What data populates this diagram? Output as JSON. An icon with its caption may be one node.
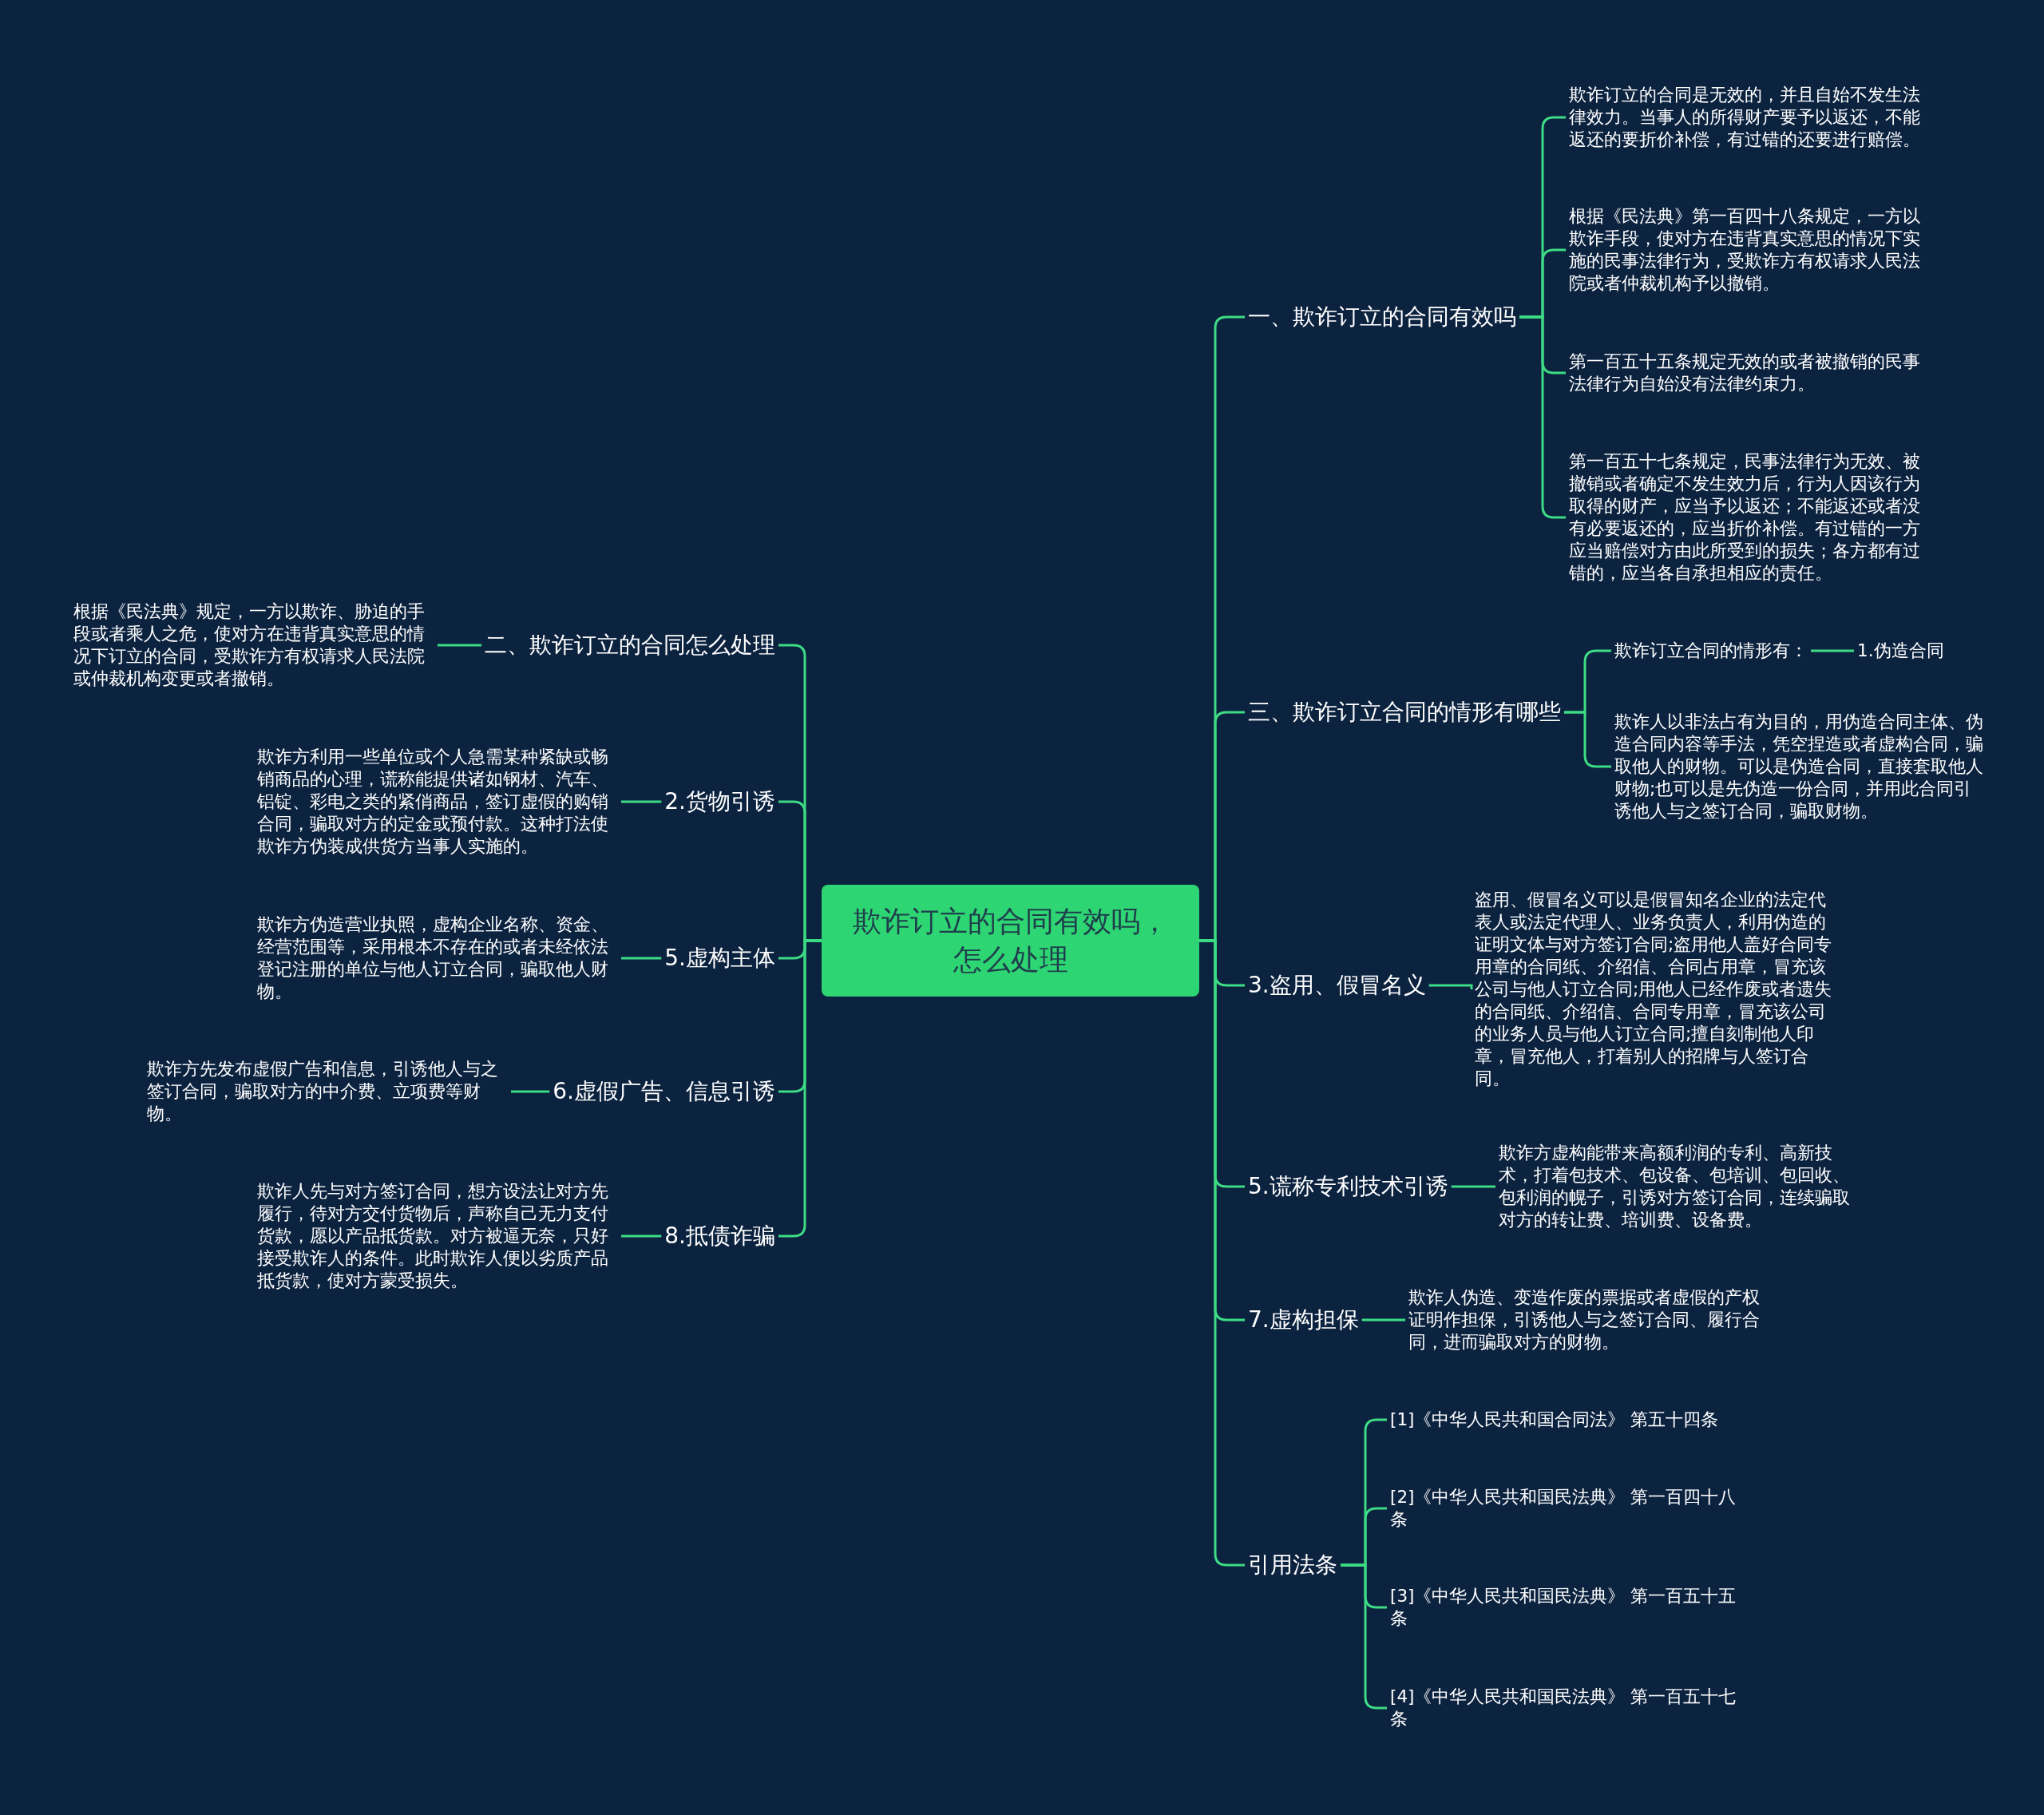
{
  "diagram": {
    "nodes": [
      {
        "text": [
          "欺诈订立的合同有效吗，怎么处理"
        ]
      },
      {
        "text": [
          "一、欺诈订立的合同有效吗"
        ]
      },
      {
        "text": [
          "欺诈订立的合同是无效的，并且自始不发生法律效力。当事人的所得财产要予以返还，不能返还的要折价补偿，有过错的还要进行赔偿。"
        ]
      },
      {
        "text": [
          "根据《民法典》第一百四十八条规定，一方以欺诈手段，使对方在违背真实意思的情况下实施的民事法律行为，受欺诈方有权请求人民法院或者仲裁机构予以撤销。"
        ]
      },
      {
        "text": [
          "第一百五十五条规定无效的或者被撤销的民事法律行为自始没有法律约束力。"
        ]
      },
      {
        "text": [
          "第一百五十七条规定，民事法律行为无效、被撤销或者确定不发生效力后，行为人因该行为取得的财产，应当予以返还；不能返还或者没有必要返还的，应当折价补偿。有过错的一方应当赔偿对方由此所受到的损失；各方都有过错的，应当各自承担相应的责任。"
        ]
      },
      {
        "text": [
          "三、欺诈订立合同的情形有哪些"
        ]
      },
      {
        "text": [
          "欺诈订立合同的情形有："
        ]
      },
      {
        "text": [
          "1.伪造合同"
        ]
      },
      {
        "text": [
          "欺诈人以非法占有为目的，用伪造合同主体、伪造合同内容等手法，凭空捏造或者虚构合同，骗取他人的财物。可以是伪造合同，直接套取他人财物;也可以是先伪造一份合同，并用此合同引诱他人与之签订合同，骗取财物。"
        ]
      },
      {
        "text": [
          "3.盗用、假冒名义"
        ]
      },
      {
        "text": [
          "盗用、假冒名义可以是假冒知名企业的法定代表人或法定代理人、业务负责人，利用伪造的证明文体与对方签订合同;盗用他人盖好合同专用章的合同纸、介绍信、合同占用章，冒充该公司与他人订立合同;用他人已经作废或者遗失的合同纸、介绍信、合同专用章，冒充该公司的业务人员与他人订立合同;擅自刻制他人印章，冒充他人，打着别人的招牌与人签订合同。"
        ]
      },
      {
        "text": [
          "5.谎称专利技术引诱"
        ]
      },
      {
        "text": [
          "欺诈方虚构能带来高额利润的专利、高新技术，打着包技术、包设备、包培训、包回收、包利润的幌子，引诱对方签订合同，连续骗取对方的转让费、培训费、设备费。"
        ]
      },
      {
        "text": [
          "7.虚构担保"
        ]
      },
      {
        "text": [
          "欺诈人伪造、变造作废的票据或者虚假的产权证明作担保，引诱他人与之签订合同、履行合同，进而骗取对方的财物。"
        ]
      },
      {
        "text": [
          "引用法条"
        ]
      },
      {
        "text": [
          "[1]《中华人民共和国合同法》 第五十四条"
        ]
      },
      {
        "text": [
          "[2]《中华人民共和国民法典》 第一百四十八条"
        ]
      },
      {
        "text": [
          "[3]《中华人民共和国民法典》 第一百五十五条"
        ]
      },
      {
        "text": [
          "[4]《中华人民共和国民法典》 第一百五十七条"
        ]
      },
      {
        "text": [
          "二、欺诈订立的合同怎么处理"
        ]
      },
      {
        "text": [
          "根据《民法典》规定，一方以欺诈、胁迫的手段或者乘人之危，使对方在违背真实意思的情况下订立的合同，受欺诈方有权请求人民法院或仲裁机构变更或者撤销。"
        ]
      },
      {
        "text": [
          "2.货物引诱"
        ]
      },
      {
        "text": [
          "欺诈方利用一些单位或个人急需某种紧缺或畅销商品的心理，谎称能提供诸如钢材、汽车、铝锭、彩电之类的紧俏商品，签订虚假的购销合同，骗取对方的定金或预付款。这种打法使欺诈方伪装成供货方当事人实施的。"
        ]
      },
      {
        "text": [
          "5.虚构主体"
        ]
      },
      {
        "text": [
          "欺诈方伪造营业执照，虚构企业名称、资金、经营范围等，采用根本不存在的或者未经依法登记注册的单位与他人订立合同，骗取他人财物。"
        ]
      },
      {
        "text": [
          "6.虚假广告、信息引诱"
        ]
      },
      {
        "text": [
          "欺诈方先发布虚假广告和信息，引诱他人与之签订合同，骗取对方的中介费、立项费等财物。"
        ]
      },
      {
        "text": [
          "8.抵债诈骗"
        ]
      },
      {
        "text": [
          "欺诈人先与对方签订合同，想方设法让对方先履行，待对方交付货物后，声称自己无力支付货款，愿以产品抵货款。对方被逼无奈，只好接受欺诈人的条件。此时欺诈人便以劣质产品抵货款，使对方蒙受损失。"
        ]
      }
    ],
    "edges": [
      {
        "from": 0,
        "to": 1,
        "arrow": "none"
      },
      {
        "from": 1,
        "to": 2,
        "arrow": "none"
      },
      {
        "from": 1,
        "to": 3,
        "arrow": "none"
      },
      {
        "from": 1,
        "to": 4,
        "arrow": "none"
      },
      {
        "from": 1,
        "to": 5,
        "arrow": "none"
      },
      {
        "from": 0,
        "to": 6,
        "arrow": "none"
      },
      {
        "from": 6,
        "to": 7,
        "arrow": "none"
      },
      {
        "from": 7,
        "to": 8,
        "arrow": "none"
      },
      {
        "from": 6,
        "to": 9,
        "arrow": "none"
      },
      {
        "from": 0,
        "to": 10,
        "arrow": "none"
      },
      {
        "from": 10,
        "to": 11,
        "arrow": "none"
      },
      {
        "from": 0,
        "to": 12,
        "arrow": "none"
      },
      {
        "from": 12,
        "to": 13,
        "arrow": "none"
      },
      {
        "from": 0,
        "to": 14,
        "arrow": "none"
      },
      {
        "from": 14,
        "to": 15,
        "arrow": "none"
      },
      {
        "from": 0,
        "to": 16,
        "arrow": "none"
      },
      {
        "from": 16,
        "to": 17,
        "arrow": "none"
      },
      {
        "from": 16,
        "to": 18,
        "arrow": "none"
      },
      {
        "from": 16,
        "to": 19,
        "arrow": "none"
      },
      {
        "from": 16,
        "to": 20,
        "arrow": "none"
      },
      {
        "from": 0,
        "to": 21,
        "arrow": "none"
      },
      {
        "from": 21,
        "to": 22,
        "arrow": "none"
      },
      {
        "from": 0,
        "to": 23,
        "arrow": "none"
      },
      {
        "from": 23,
        "to": 24,
        "arrow": "none"
      },
      {
        "from": 0,
        "to": 25,
        "arrow": "none"
      },
      {
        "from": 25,
        "to": 26,
        "arrow": "none"
      },
      {
        "from": 0,
        "to": 27,
        "arrow": "none"
      },
      {
        "from": 27,
        "to": 28,
        "arrow": "none"
      },
      {
        "from": 0,
        "to": 29,
        "arrow": "none"
      },
      {
        "from": 29,
        "to": 30,
        "arrow": "none"
      }
    ]
  }
}
